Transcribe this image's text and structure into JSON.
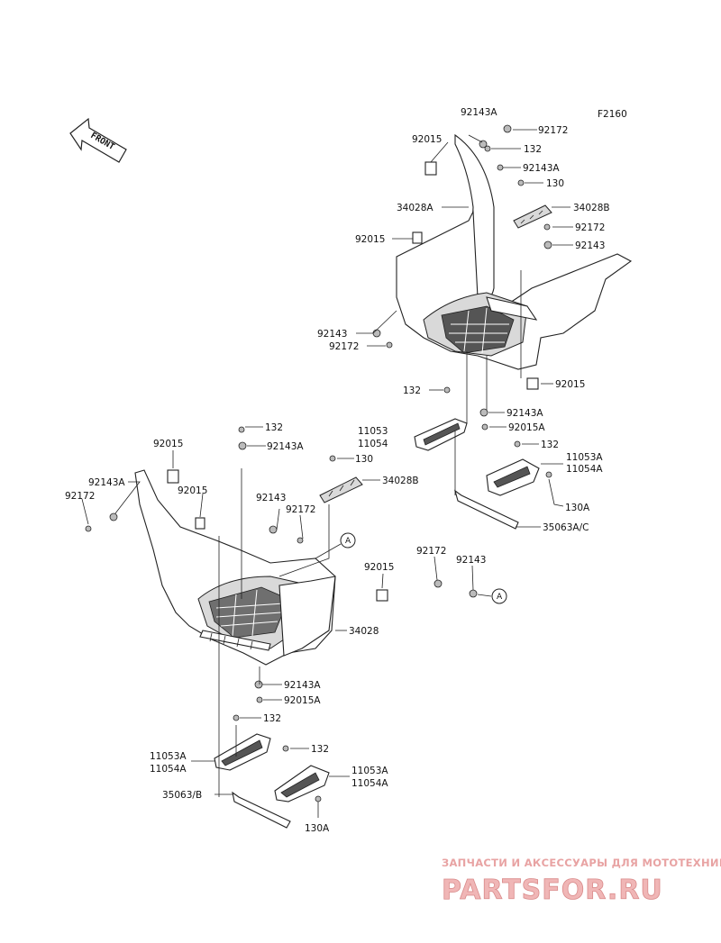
{
  "figure_code": "F2160",
  "front_label": "FRONT",
  "ref_a": "A",
  "labels": {
    "rt_92143A_top": "92143A",
    "rt_92172_top": "92172",
    "rt_92015_top": "92015",
    "rt_132_top": "132",
    "rt_92143A_2": "92143A",
    "rt_130": "130",
    "rt_34028A": "34028A",
    "rt_34028B": "34028B",
    "rt_92172_mid": "92172",
    "rt_92015_mid": "92015",
    "rt_92143": "92143",
    "rt_92143_left": "92143",
    "rt_92172_left": "92172",
    "rt_92015_low": "92015",
    "rt_132_mid": "132",
    "rt_92143A_low": "92143A",
    "rt_11053": "11053",
    "rt_11054": "11054",
    "rt_92015A": "92015A",
    "rt_132_low": "132",
    "rt_11053A": "11053A",
    "rt_11054A": "11054A",
    "rt_130A": "130A",
    "rt_35063AC": "35063A/C",
    "lf_132_top": "132",
    "lf_92143A_top": "92143A",
    "lf_92015_top": "92015",
    "lf_130": "130",
    "lf_92143A_left": "92143A",
    "lf_92172_left": "92172",
    "lf_92015_mid": "92015",
    "lf_34028B": "34028B",
    "lf_92143": "92143",
    "lf_92172": "92172",
    "lf_92015_right": "92015",
    "lf_34028": "34028",
    "lf_92143A_low": "92143A",
    "lf_92015A": "92015A",
    "lf_132_low": "132",
    "lf_11053A": "11053A",
    "lf_11054A": "11054A",
    "lf_132_low2": "132",
    "lf_11053A_r": "11053A",
    "lf_11054A_r": "11054A",
    "lf_35063B": "35063/B",
    "lf_130A": "130A",
    "ref_92172": "92172",
    "ref_92143": "92143"
  },
  "watermark": {
    "tagline": "ЗАПЧАСТИ И АКСЕССУАРЫ ДЛЯ МОТОТЕХНИКИ",
    "logo": "PARTSFOR.RU"
  },
  "colors": {
    "line": "#222222",
    "watermark": "#e8a3a3"
  }
}
